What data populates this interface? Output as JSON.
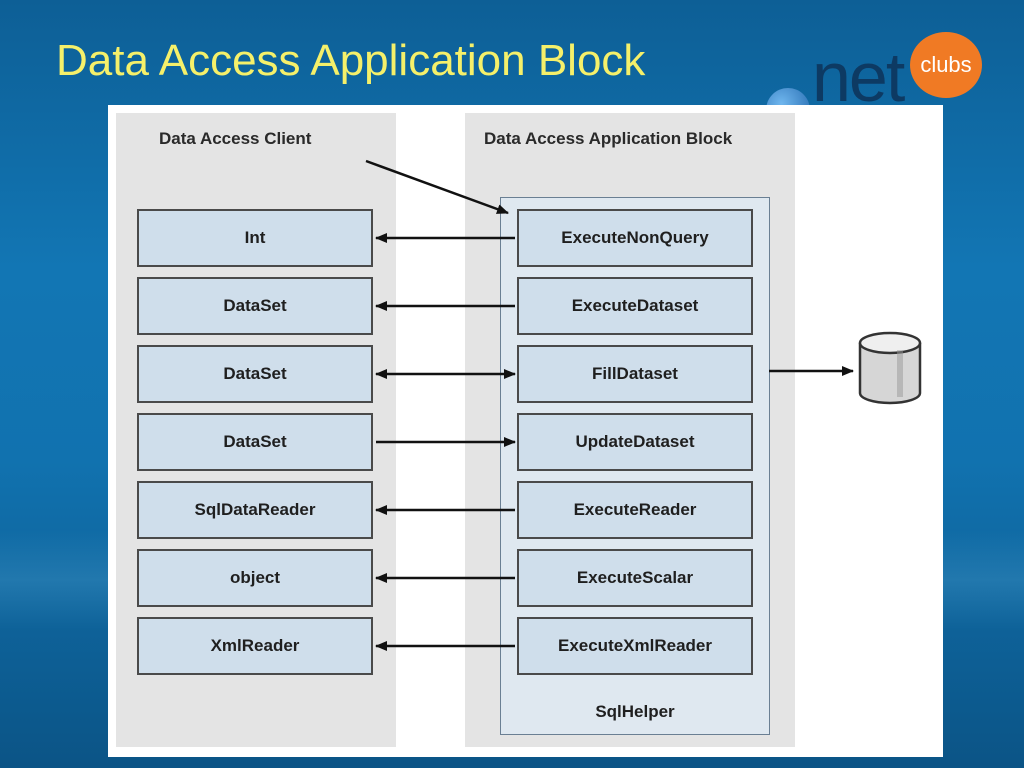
{
  "slide": {
    "title": "Data Access Application Block"
  },
  "logo": {
    "clubs_text": "clubs",
    "net_text": "net"
  },
  "diagram": {
    "client_panel_title": "Data Access Client",
    "block_panel_title": "Data Access Application Block",
    "helper_label": "SqlHelper",
    "client_items": [
      "Int",
      "DataSet",
      "DataSet",
      "DataSet",
      "SqlDataReader",
      "object",
      "XmlReader"
    ],
    "methods": [
      "ExecuteNonQuery",
      "ExecuteDataset",
      "FillDataset",
      "UpdateDataset",
      "ExecuteReader",
      "ExecuteScalar",
      "ExecuteXmlReader"
    ],
    "arrow_directions": [
      "to-client",
      "to-client",
      "both",
      "to-block",
      "to-client",
      "to-client",
      "to-client"
    ],
    "database_icon": "database-icon"
  },
  "colors": {
    "title": "#f5f06a",
    "box_fill": "#cfdeeb",
    "clubs_orange": "#f07a24"
  }
}
